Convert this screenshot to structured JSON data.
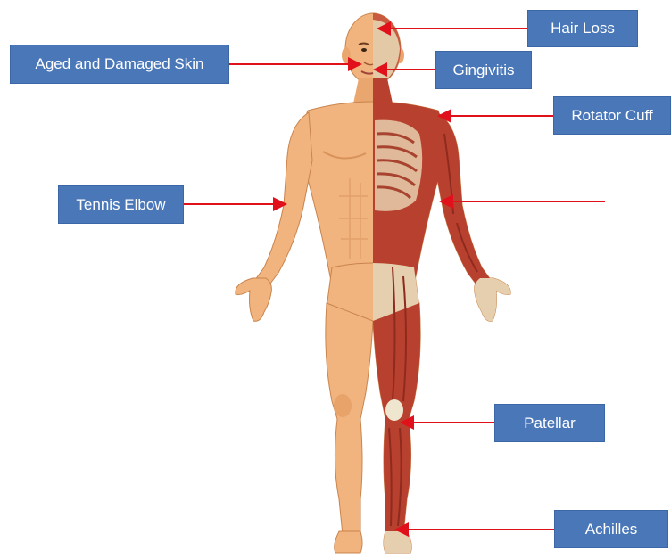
{
  "colors": {
    "label_fill": "#4a77b8",
    "label_text": "#ffffff",
    "arrow": "#e0111a",
    "skin": "#f1b47f",
    "skin_shadow": "#d9925a",
    "muscle": "#b8402e",
    "muscle_dark": "#8f2a1e",
    "bone": "#efe6cf"
  },
  "labels": {
    "hair_loss": "Hair Loss",
    "aged_skin": "Aged and Damaged Skin",
    "gingivitis": "Gingivitis",
    "rotator_cuff": "Rotator Cuff",
    "tennis_elbow": "Tennis Elbow",
    "patellar": "Patellar",
    "achilles": "Achilles"
  }
}
